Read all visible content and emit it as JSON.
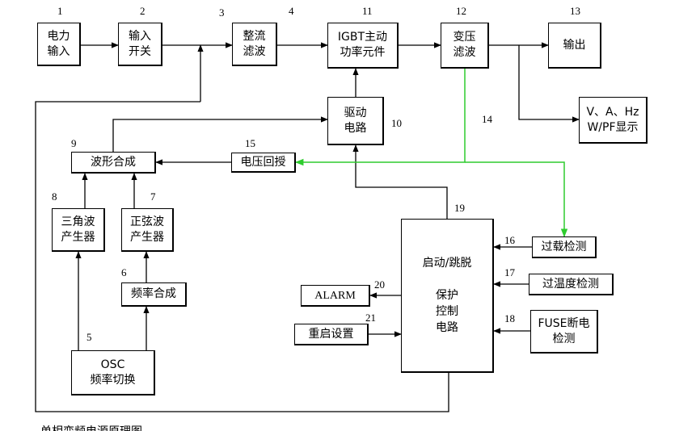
{
  "blocks": {
    "power_input": "电力\n输入",
    "input_switch": "输入\n开关",
    "rectifier_filter": "整流\n滤波",
    "igbt": "IGBT主动\n功率元件",
    "transformer_filter": "变压\n滤波",
    "output": "输出",
    "display": "V、A、Hz\nW/PF显示",
    "driver": "驱动\n电路",
    "waveform_synthesis": "波形合成",
    "voltage_feedback": "电压回授",
    "triangle_generator": "三角波\n产生器",
    "sine_generator": "正弦波\n产生器",
    "frequency_synthesis": "频率合成",
    "osc": "OSC\n频率切换",
    "control_top": "启动/跳脱",
    "control_bottom": "保护\n控制\n电路",
    "overload": "过载检测",
    "overtemp": "过温度检测",
    "fuse": "FUSE断电\n检测",
    "alarm": "ALARM",
    "restart": "重启设置"
  },
  "numbers": {
    "n1": "1",
    "n2": "2",
    "n3": "3",
    "n4": "4",
    "n11": "11",
    "n12": "12",
    "n13": "13",
    "n10": "10",
    "n14": "14",
    "n9": "9",
    "n15": "15",
    "n8": "8",
    "n7": "7",
    "n6": "6",
    "n5": "5",
    "n19": "19",
    "n16": "16",
    "n17": "17",
    "n18": "18",
    "n20": "20",
    "n21": "21"
  },
  "colors": {
    "line": "#000000",
    "feedback": "#2ecc2e"
  },
  "footer": "单相变频电源原理图"
}
